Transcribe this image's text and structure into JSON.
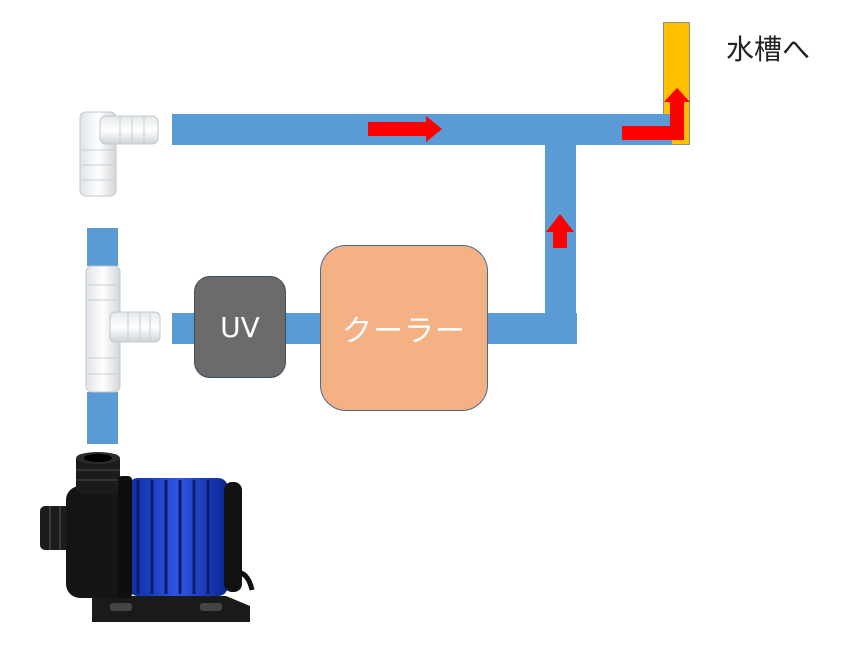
{
  "diagram": {
    "uv_label": "UV",
    "cooler_label": "クーラー",
    "destination_label": "水槽へ"
  },
  "colors": {
    "pipe": "#5b9bd5",
    "uv_box": "#6b6b6b",
    "cooler_box": "#f4b183",
    "outlet": "#ffc000",
    "flow_arrow": "#ff0000",
    "pump_body": "#1f3fbf"
  },
  "icons": {
    "elbow_fitting": "elbow-fitting-icon",
    "tee_fitting": "tee-fitting-icon",
    "pump": "water-pump-icon",
    "flow_arrow": "flow-arrow-icon"
  }
}
